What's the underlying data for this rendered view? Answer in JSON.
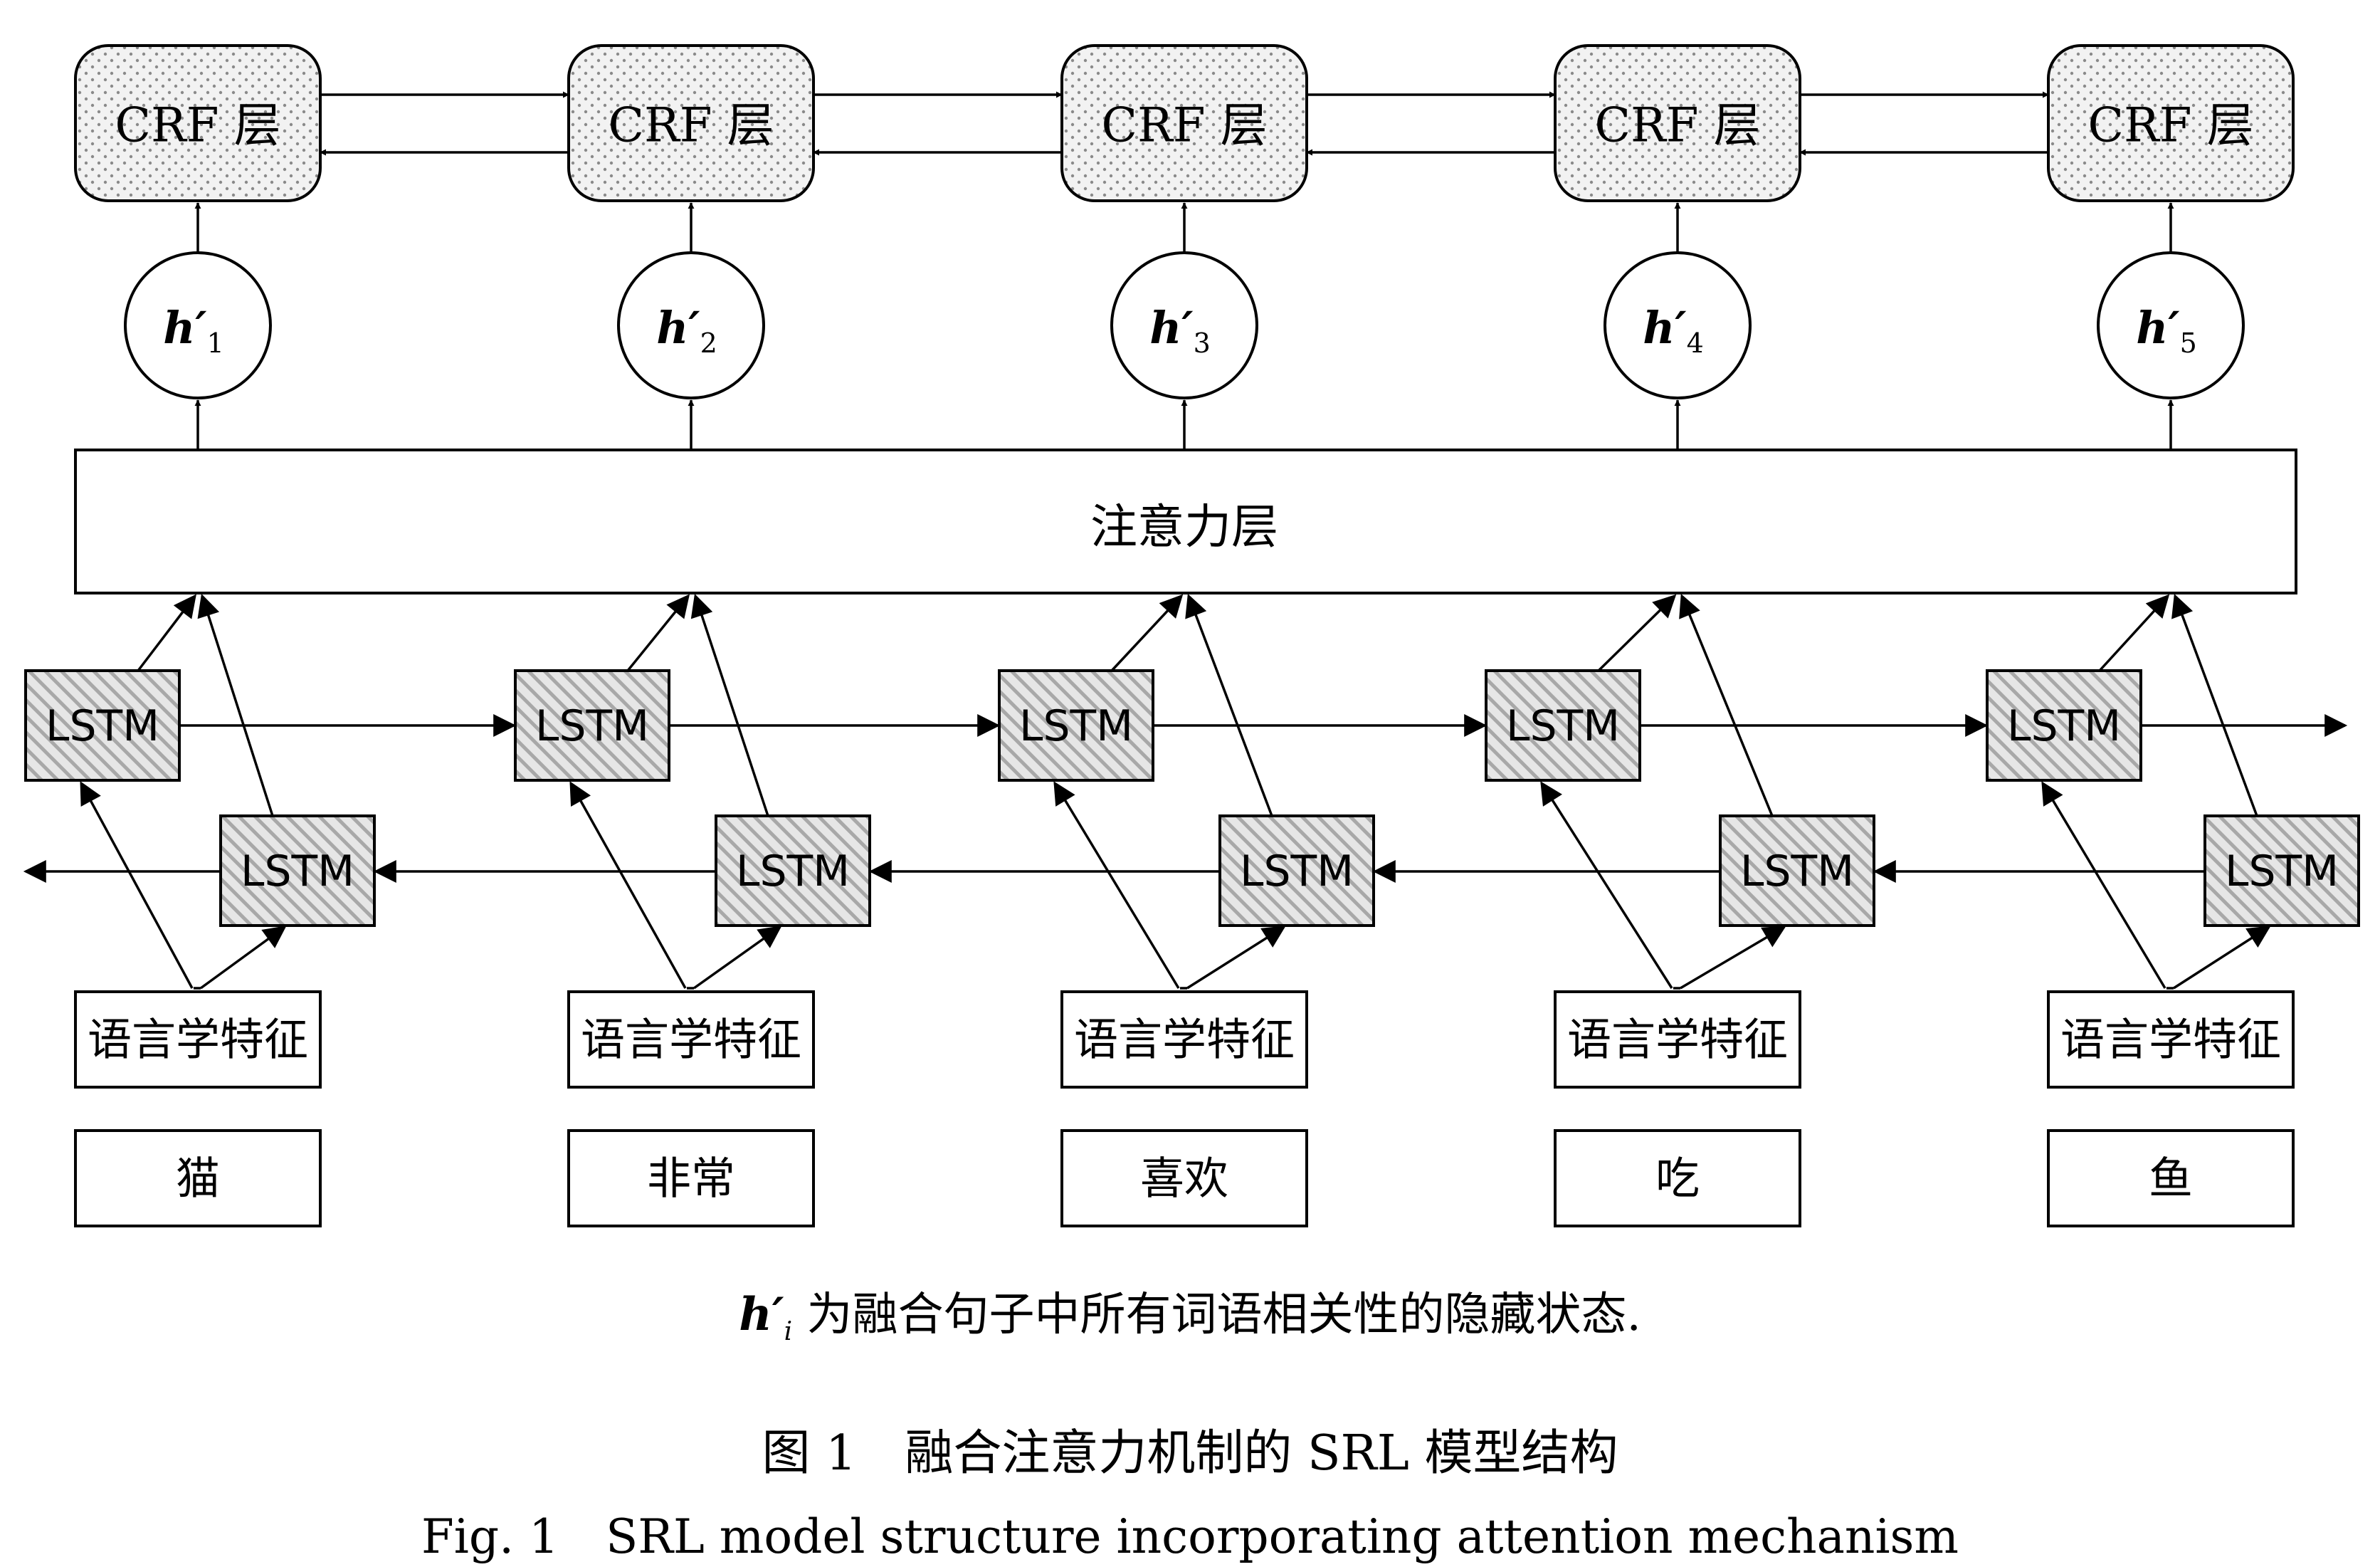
{
  "crf_layers": [
    "CRF 层",
    "CRF 层",
    "CRF 层",
    "CRF 层",
    "CRF 层"
  ],
  "hidden_states": [
    {
      "symbol": "h′",
      "index": "1"
    },
    {
      "symbol": "h′",
      "index": "2"
    },
    {
      "symbol": "h′",
      "index": "3"
    },
    {
      "symbol": "h′",
      "index": "4"
    },
    {
      "symbol": "h′",
      "index": "5"
    }
  ],
  "attention_layer": "注意力层",
  "lstm_forward": [
    "LSTM",
    "LSTM",
    "LSTM",
    "LSTM",
    "LSTM"
  ],
  "lstm_backward": [
    "LSTM",
    "LSTM",
    "LSTM",
    "LSTM",
    "LSTM"
  ],
  "linguistic_features": [
    "语言学特征",
    "语言学特征",
    "语言学特征",
    "语言学特征",
    "语言学特征"
  ],
  "words": [
    "猫",
    "非常",
    "喜欢",
    "吃",
    "鱼"
  ],
  "note": {
    "symbol": "h′",
    "index": "i",
    "text": " 为融合句子中所有词语相关性的隐藏状态."
  },
  "caption_cn": "图 1　融合注意力机制的 SRL 模型结构",
  "caption_en": "Fig. 1　SRL model structure incorporating attention mechanism",
  "colors": {
    "stroke": "#000000",
    "fill": "#ffffff",
    "texture": "#9a9a9a"
  }
}
